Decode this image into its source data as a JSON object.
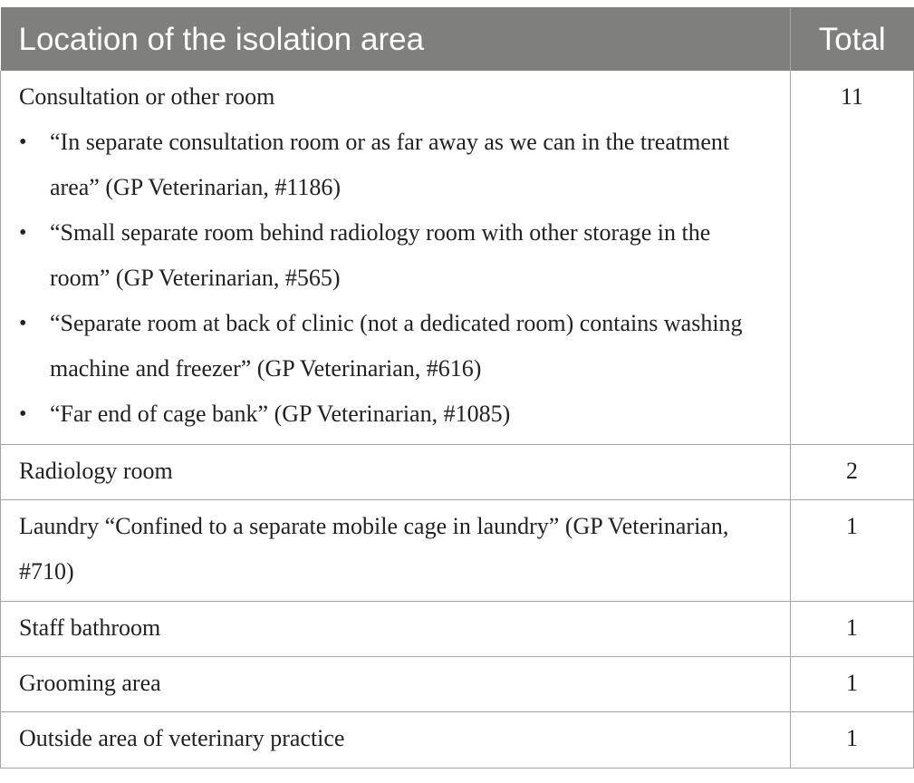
{
  "header": {
    "location": "Location of the isolation area",
    "total": "Total"
  },
  "rows": [
    {
      "location": "Consultation or other room",
      "total": "11",
      "quotes": [
        "“In separate consultation room or as far away as we can in the treatment area” (GP Veterinarian, #1186)",
        "“Small separate room behind radiology room with other storage in the room” (GP Veterinarian, #565)",
        "“Separate room at back of clinic (not a dedicated room) contains washing machine and freezer” (GP Veterinarian, #616)",
        "“Far end of cage bank” (GP Veterinarian, #1085)"
      ]
    },
    {
      "location": "Radiology room",
      "total": "2"
    },
    {
      "location": "Laundry “Confined to a separate mobile cage in laundry” (GP Veterinarian, #710)",
      "total": "1"
    },
    {
      "location": "Staff bathroom",
      "total": "1"
    },
    {
      "location": "Grooming area",
      "total": "1"
    },
    {
      "location": "Outside area of veterinary practice",
      "total": "1"
    }
  ]
}
